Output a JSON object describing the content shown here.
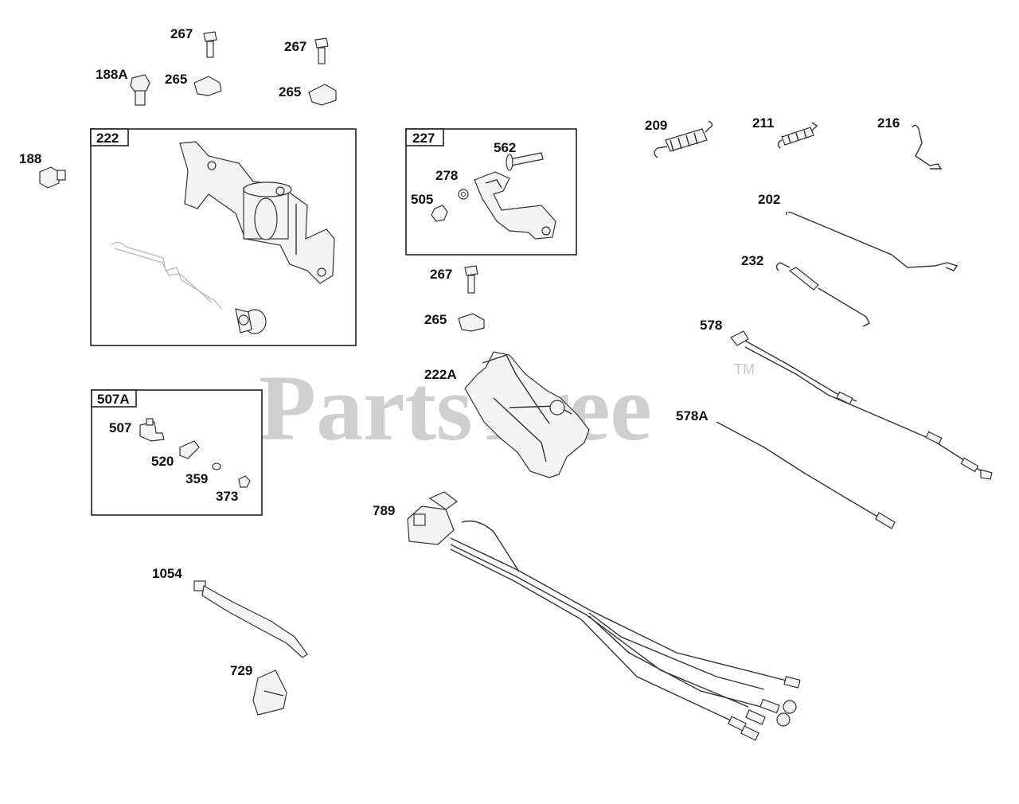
{
  "watermark": {
    "text": "PartsTree",
    "trademark": "TM"
  },
  "boxes": {
    "b222": "222",
    "b227": "227",
    "b507A": "507A"
  },
  "labels": {
    "l267a": "267",
    "l267b": "267",
    "l188A": "188A",
    "l265a": "265",
    "l265b": "265",
    "l188": "188",
    "l562": "562",
    "l278": "278",
    "l505": "505",
    "l267c": "267",
    "l265c": "265",
    "l222A": "222A",
    "l209": "209",
    "l211": "211",
    "l216": "216",
    "l202": "202",
    "l232": "232",
    "l578": "578",
    "l578A": "578A",
    "l507": "507",
    "l520": "520",
    "l359": "359",
    "l373": "373",
    "l789": "789",
    "l1054": "1054",
    "l729": "729"
  }
}
